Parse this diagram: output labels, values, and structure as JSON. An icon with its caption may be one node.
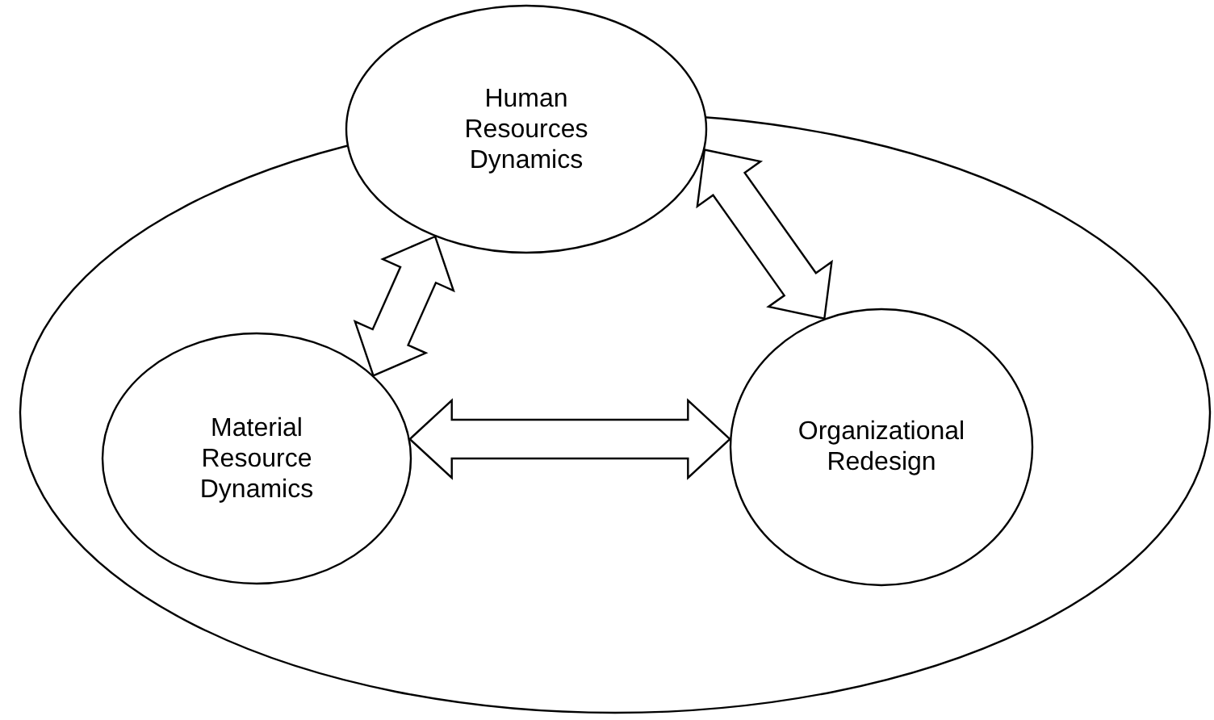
{
  "diagram": {
    "nodes": [
      {
        "text": [],
        "shape": "ellipse"
      },
      {
        "text": [
          "Human Resources Dynamics"
        ]
      },
      {
        "text": [
          "Material Resource Dynamics"
        ],
        "in": 0
      },
      {
        "text": [
          "Organizational Redesign"
        ],
        "in": 0
      }
    ],
    "edges": [
      {
        "from": 1,
        "to": 2,
        "arrow": "both"
      },
      {
        "from": 1,
        "to": 3,
        "arrow": "both"
      },
      {
        "from": 2,
        "to": 3,
        "arrow": "both"
      }
    ]
  }
}
